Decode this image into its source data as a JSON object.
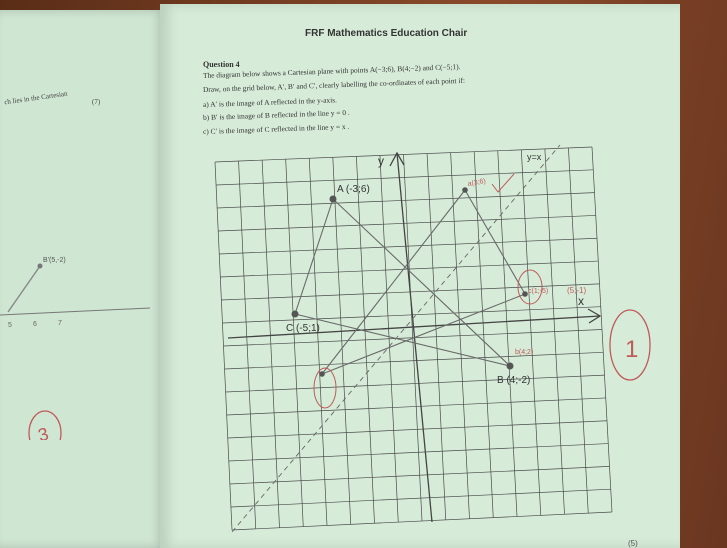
{
  "header": {
    "title": "FRF Mathematics Education Chair"
  },
  "left_page": {
    "text_fragment": "ch lies in the Cartesian",
    "marks": "(7)",
    "point_label": "B'(5,-2)",
    "tick_labels": [
      "5",
      "6",
      "7"
    ],
    "handwritten_score": "3"
  },
  "question": {
    "title": "Question 4",
    "line1": "The diagram below shows a Cartesian plane with points  A(−3;6),  B(4;−2) and C(−5;1).",
    "line2": "Draw, on the grid below,  A′,  B′ and C′, clearly labelling the co-ordinates of each point if:",
    "a": "a)   A′  is the image of  A  reflected in the y-axis.",
    "b": "b)   B′  is the image of  B  reflected in the line  y = 0 .",
    "c": "c)   C′ is the image of  C  reflected in the line  y = x ."
  },
  "graph": {
    "x_axis_label": "x",
    "y_axis_label": "y",
    "line_label": "y=x",
    "point_labels": {
      "A": "A (-3;6)",
      "B": "B (4;-2)",
      "C": "C (-5;1)"
    },
    "handwritten": {
      "a_prime": "a(3;6)",
      "b_prime": "b(4;2)",
      "c_prime": "c(1;-5)",
      "c_prime_alt": "(5;-1)",
      "score": "1"
    },
    "colors": {
      "grid": "#4a4a4a",
      "ink": "#555555",
      "red_pen": "#c05a5a"
    }
  },
  "footer": {
    "marks": "(5)"
  }
}
